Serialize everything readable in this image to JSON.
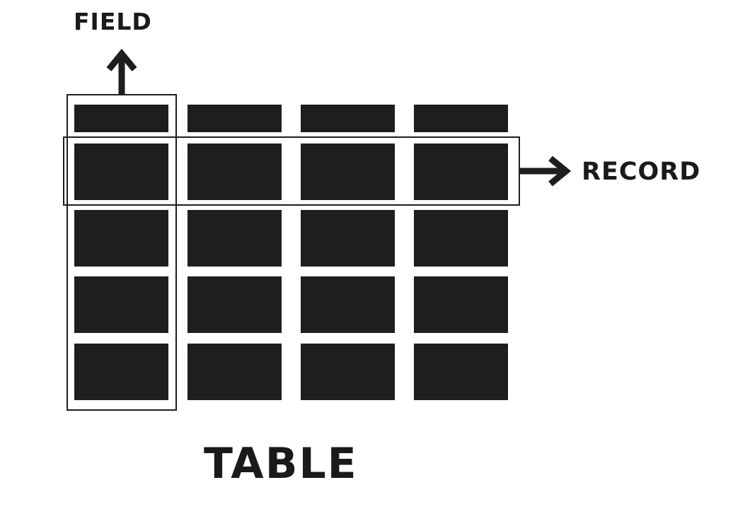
{
  "labels": {
    "field": "FIELD",
    "record": "RECORD",
    "table": "TABLE"
  },
  "grid": {
    "columns": 4,
    "rows": 5,
    "highlighted_column": 1,
    "highlighted_row": 2
  },
  "colors": {
    "cell": "#1e1e1e",
    "outline": "#1e1e1e",
    "text": "#1a1a1a",
    "background": "#ffffff"
  },
  "icons": {
    "field_arrow": "arrow-up-icon",
    "record_arrow": "arrow-right-icon"
  }
}
